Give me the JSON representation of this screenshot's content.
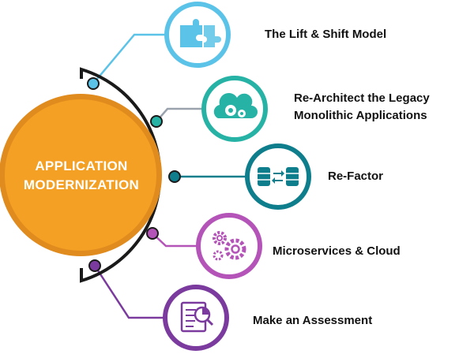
{
  "hub": {
    "line1": "APPLICATION",
    "line2": "MODERNIZATION"
  },
  "colors": {
    "hub_fill": "#F4A024",
    "hub_ring": "#E08B1E",
    "arc": "#1A1A1A",
    "lift_shift": "#5CC3E8",
    "re_architect": "#26B3A6",
    "re_factor": "#0F7E8C",
    "microservices": "#B454B8",
    "assessment": "#7A3A9E",
    "connector_gray": "#9AA3AD"
  },
  "items": [
    {
      "label": "The Lift & Shift Model",
      "icon": "puzzle-icon"
    },
    {
      "label_line1": "Re-Architect the Legacy",
      "label_line2": "Monolithic Applications",
      "icon": "cloud-gears-icon"
    },
    {
      "label": "Re-Factor",
      "icon": "database-sync-icon"
    },
    {
      "label": "Microservices & Cloud",
      "icon": "gears-icon"
    },
    {
      "label": "Make an Assessment",
      "icon": "document-inspect-icon"
    }
  ]
}
